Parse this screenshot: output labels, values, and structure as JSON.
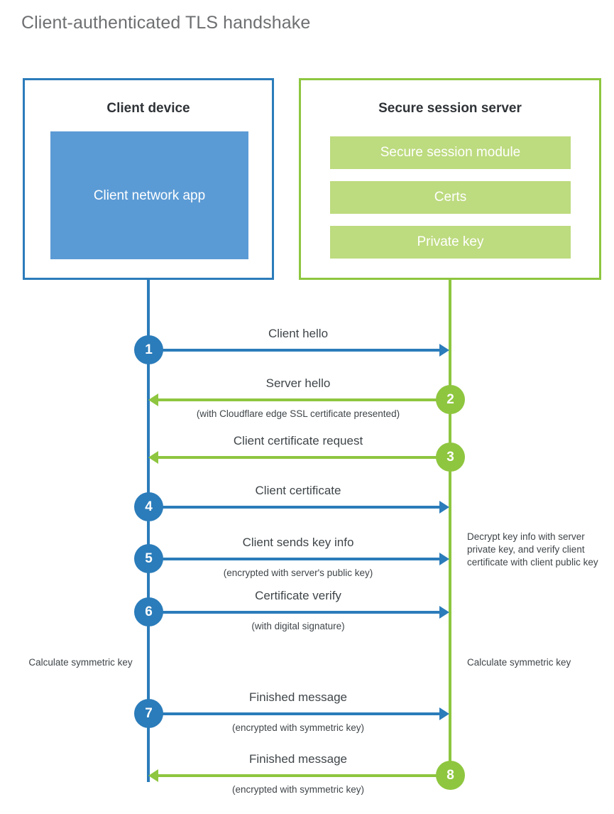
{
  "title": "Client-authenticated TLS handshake",
  "colors": {
    "client_blue": "#2b7cba",
    "client_app_fill": "#5b9bd5",
    "server_green": "#8ec63f",
    "server_bar_fill": "#bddb7f",
    "text": "#3f4549",
    "title_text": "#6d6f71"
  },
  "client": {
    "box_title": "Client device",
    "app_label": "Client network app"
  },
  "server": {
    "box_title": "Secure session server",
    "modules": [
      "Secure session module",
      "Certs",
      "Private key"
    ]
  },
  "steps": [
    {
      "number": "1",
      "label": "Client hello",
      "sub": "",
      "direction": "client-to-server",
      "color": "blue"
    },
    {
      "number": "2",
      "label": "Server hello",
      "sub": "(with Cloudflare edge SSL certificate presented)",
      "direction": "server-to-client",
      "color": "green"
    },
    {
      "number": "3",
      "label": "Client certificate request",
      "sub": "",
      "direction": "server-to-client",
      "color": "green"
    },
    {
      "number": "4",
      "label": "Client certificate",
      "sub": "",
      "direction": "client-to-server",
      "color": "blue"
    },
    {
      "number": "5",
      "label": "Client sends key info",
      "sub": "(encrypted with server's public key)",
      "direction": "client-to-server",
      "color": "blue"
    },
    {
      "number": "6",
      "label": "Certificate verify",
      "sub": "(with digital signature)",
      "direction": "client-to-server",
      "color": "blue"
    },
    {
      "number": "7",
      "label": "Finished message",
      "sub": "(encrypted with symmetric key)",
      "direction": "client-to-server",
      "color": "blue"
    },
    {
      "number": "8",
      "label": "Finished message",
      "sub": "(encrypted with symmetric key)",
      "direction": "server-to-client",
      "color": "green"
    }
  ],
  "notes": {
    "server_decrypt": "Decrypt key info with server private key, and verify client certificate with client public key",
    "client_calculate": "Calculate symmetric key",
    "server_calculate": "Calculate symmetric key"
  }
}
